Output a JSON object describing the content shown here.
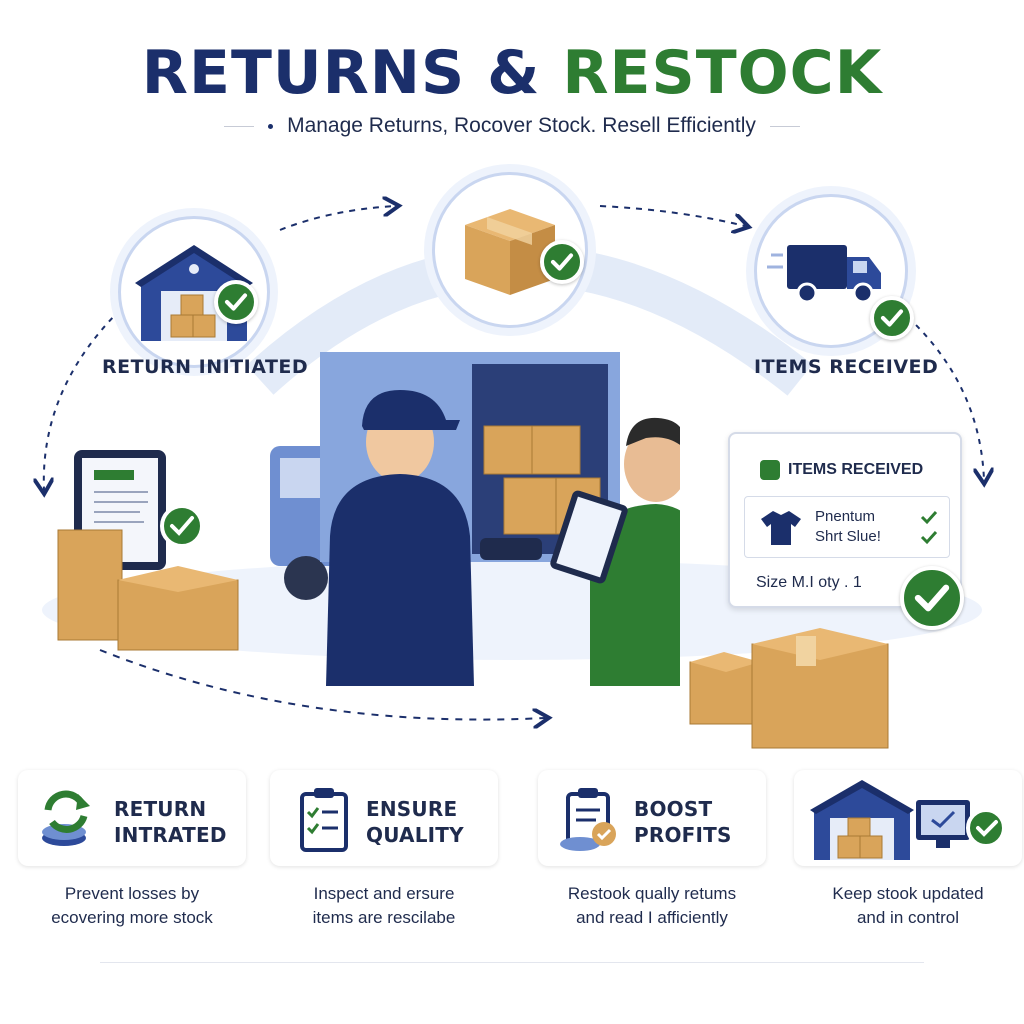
{
  "header": {
    "title_part1": "RETURNS &",
    "title_part2": "RESTOCK",
    "subtitle": "Manage Returns, Rocover Stock. Resell Efficiently"
  },
  "steps": [
    {
      "label": "RETURN INITIATED",
      "icon": "warehouse-icon"
    },
    {
      "label": "",
      "icon": "box-icon"
    },
    {
      "label": "ITEMS RECEIVED",
      "icon": "delivery-truck-icon"
    }
  ],
  "received_card": {
    "heading": "ITEMS RECEIVED",
    "item_line1": "Pnentum",
    "item_line2": "Shrt Slue!",
    "size_line": "Size   M.I oty . 1"
  },
  "features": [
    {
      "title_line1": "RETURN",
      "title_line2": "INTRATED",
      "desc_line1": "Prevent losses by",
      "desc_line2": "ecovering more stock",
      "icon": "refresh-stack-icon"
    },
    {
      "title_line1": "ENSURE",
      "title_line2": "QUALITY",
      "desc_line1": "Inspect and ersure",
      "desc_line2": "items are rescilabe",
      "icon": "checklist-clipboard-icon"
    },
    {
      "title_line1": "BOOST",
      "title_line2": "PROFITS",
      "desc_line1": "Restook qually retums",
      "desc_line2": "and read I afficiently",
      "icon": "clipboard-coins-icon"
    },
    {
      "title_line1": "",
      "title_line2": "",
      "desc_line1": "Keep stook updated",
      "desc_line2": "and in control",
      "icon": "warehouse-monitor-icon"
    }
  ],
  "colors": {
    "navy": "#1b2f6b",
    "green": "#2e7d32",
    "box": "#d9a45a",
    "light_blue": "#c9d6f0"
  }
}
